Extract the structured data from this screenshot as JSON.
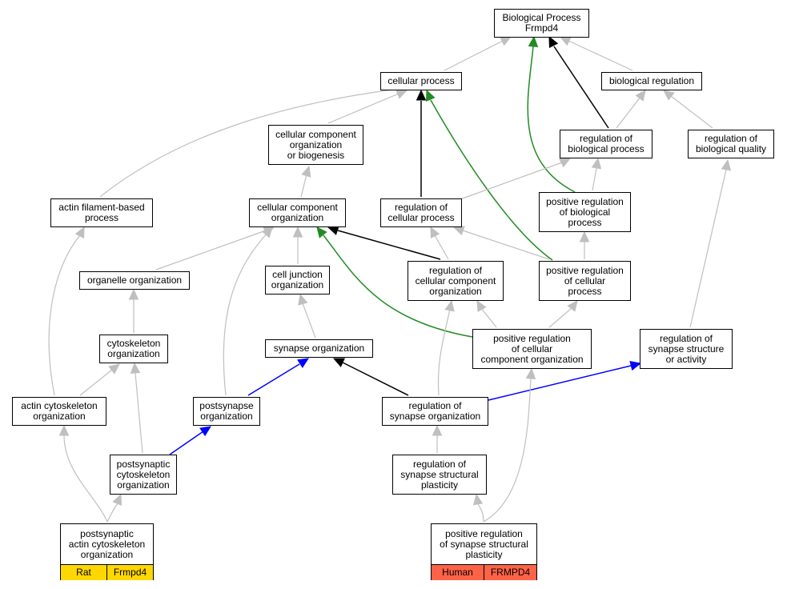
{
  "colors": {
    "gray": "#bfbfbf",
    "black": "#000000",
    "green": "#228b22",
    "blue": "#0000ff",
    "rat": "#ffd700",
    "human": "#ff6347"
  },
  "nodes": {
    "bp_root": "Biological Process\nFrmpd4",
    "cellular_process": "cellular process",
    "biological_regulation": "biological regulation",
    "ccob": "cellular component\norganization\nor biogenesis",
    "reg_bio_proc": "regulation of\nbiological process",
    "reg_bio_quality": "regulation of\nbiological quality",
    "actin_filament": "actin filament-based\nprocess",
    "cc_org": "cellular component\norganization",
    "reg_cell_proc": "regulation of\ncellular process",
    "pos_reg_bio_proc": "positive regulation\nof biological\nprocess",
    "organelle_org": "organelle organization",
    "cell_junction_org": "cell junction\norganization",
    "reg_cc_org": "regulation of\ncellular component\norganization",
    "pos_reg_cell_proc": "positive regulation\nof cellular\nprocess",
    "cytoskeleton_org": "cytoskeleton\norganization",
    "synapse_org": "synapse organization",
    "pos_reg_cc_org": "positive regulation\nof cellular\ncomponent organization",
    "reg_syn_struct": "regulation of\nsynapse structure\nor activity",
    "actin_cytoskeleton_org": "actin cytoskeleton\norganization",
    "postsynapse_org": "postsynapse\norganization",
    "reg_synapse_org": "regulation of\nsynapse organization",
    "postsyn_cytoskeleton_org": "postsynaptic\ncytoskeleton\norganization",
    "reg_syn_plast": "regulation of\nsynapse structural\nplasticity"
  },
  "leaves": {
    "rat": {
      "label": "postsynaptic\nactin cytoskeleton\norganization",
      "species": "Rat",
      "gene": "Frmpd4"
    },
    "human": {
      "label": "positive regulation\nof synapse structural\nplasticity",
      "species": "Human",
      "gene": "FRMPD4"
    }
  }
}
